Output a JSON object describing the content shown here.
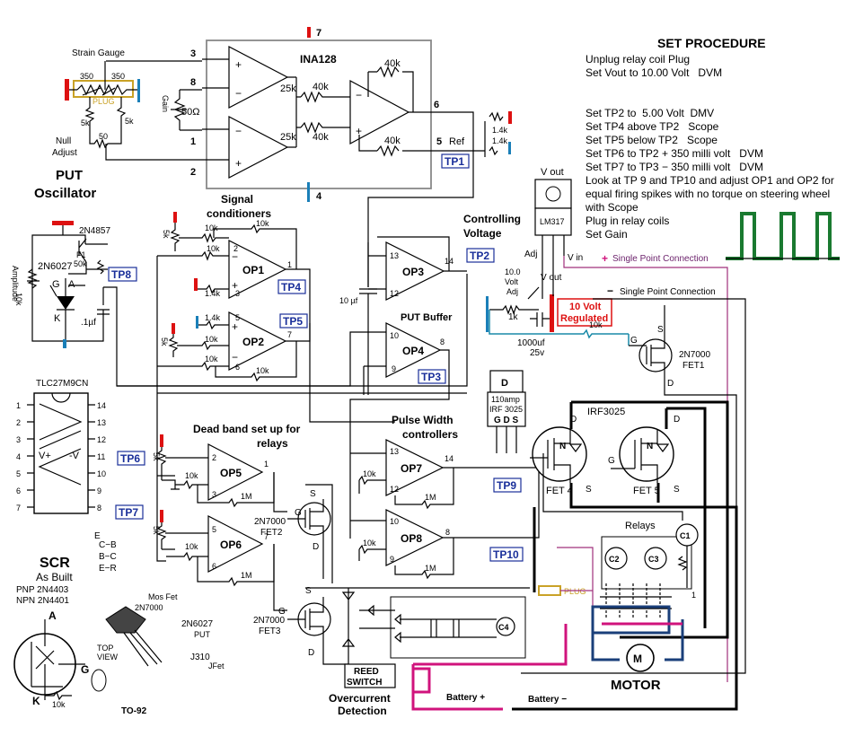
{
  "procedure": {
    "title": "SET PROCEDURE",
    "steps": [
      "Unplug relay coil Plug",
      "Set Vout to 10.00 Volt   DVM",
      "Set TP2 to  5.00 Volt  DMV",
      "Set TP4 above TP2   Scope",
      "Set TP5 below TP2   Scope",
      "Set TP6 to TP2 + 350 milli volt   DVM",
      "Set TP7 to TP3 − 350 milli volt   DVM",
      "Look at TP 9 and TP10 and adjust OP1 and OP2 for",
      "equal firing spikes with no torque on steering wheel",
      "with Scope",
      "Plug in relay coils",
      "Set Gain"
    ]
  },
  "titles": {
    "put_oscillator_1": "PUT",
    "put_oscillator_2": "Oscillator",
    "signal_cond_1": "Signal",
    "signal_cond_2": "conditioners",
    "controlling_1": "Controlling",
    "controlling_2": "Voltage",
    "put_buffer": "PUT Buffer",
    "pwm_1": "Pulse Width",
    "pwm_2": "controllers",
    "deadband_1": "Dead band set up for",
    "deadband_2": "relays",
    "scr": "SCR",
    "as_built": "As Built",
    "pnp": "PNP 2N4403",
    "npn": "NPN 2N4401",
    "overcurrent_1": "Overcurrent",
    "overcurrent_2": "Detection",
    "motor": "MOTOR",
    "relays": "Relays",
    "reed_1": "REED",
    "reed_2": "SWITCH"
  },
  "labels": {
    "strain_gauge": "Strain Gauge",
    "plug": "PLUG",
    "null_1": "Null",
    "null_2": "Adjust",
    "ina128": "INA128",
    "gain": "Gain",
    "ohm50": "50Ω",
    "k40": "40k",
    "k25": "25k",
    "ref": "Ref",
    "r350": "350",
    "r5k": "5k",
    "r50": "50",
    "r10k": "10k",
    "r1k4": "1.4k",
    "r1M": "1M",
    "r1k": "1k",
    "r5k_pot": "5k",
    "r50k": "50k",
    "f1": "F1",
    "amplitude": "Amplitude",
    "put_part": "2N6027",
    "tr2n4857": "2N4857",
    "cap_1uf": ".1µf",
    "cap_10uf": "10 µf",
    "tlc": "TLC27M9CN",
    "vout": "V out",
    "vin": "V in",
    "adj": "Adj",
    "lm317": "LM317",
    "volt10_1": "10.0",
    "volt10_2": "Volt",
    "volt10_3": "Adj",
    "reg_1": "10 Volt",
    "reg_2": "Regulated",
    "cap_1000": "1000uf",
    "v25": "25v",
    "single_point_pos": "Single Point Connection",
    "single_point_neg": "Single Point Connection",
    "fet1_1": "2N7000",
    "fet1_2": "FET1",
    "fet2_1": "2N7000",
    "fet2_2": "FET2",
    "fet3_1": "2N7000",
    "fet3_2": "FET3",
    "irf3025": "IRF3025",
    "fet4": "FET 4",
    "fet5": "FET 5",
    "pkg_1": "110amp",
    "pkg_2": "IRF 3025",
    "pkg_3": "G D S",
    "battery_pos": "Battery +",
    "battery_neg": "Battery −",
    "to92": "TO-92",
    "mosfet": "Mos Fet",
    "n2n7000": "2N7000",
    "n2n6027": "2N6027",
    "put": "PUT",
    "j310": "J310",
    "jfet": "JFet",
    "topview_1": "TOP",
    "topview_2": "VIEW",
    "e_label": "E",
    "cb": "C−B",
    "bc": "B−C",
    "er": "E−R",
    "pin3": "3",
    "pin8": "8",
    "pin1": "1",
    "pin2": "2",
    "pin6": "6",
    "pin5": "5",
    "pin7": "7",
    "pin4": "4",
    "pin13": "13",
    "pin12": "12",
    "pin14": "14",
    "pin10": "10",
    "pin9": "9",
    "g": "G",
    "d": "D",
    "s": "S",
    "a": "A",
    "k": "K",
    "n": "N",
    "plus": "+",
    "minus": "−",
    "vplus": "V+",
    "vminus": "-V"
  },
  "opamps": [
    "OP1",
    "OP2",
    "OP3",
    "OP4",
    "OP5",
    "OP6",
    "OP7",
    "OP8"
  ],
  "testpoints": [
    "TP1",
    "TP2",
    "TP3",
    "TP4",
    "TP5",
    "TP6",
    "TP7",
    "TP8",
    "TP9",
    "TP10"
  ],
  "relays": [
    "C1",
    "C2",
    "C3",
    "C4"
  ],
  "chip_pins_left": [
    "1",
    "2",
    "3",
    "4",
    "5",
    "6",
    "7"
  ],
  "chip_pins_right": [
    "14",
    "13",
    "12",
    "11",
    "10",
    "9",
    "8"
  ]
}
